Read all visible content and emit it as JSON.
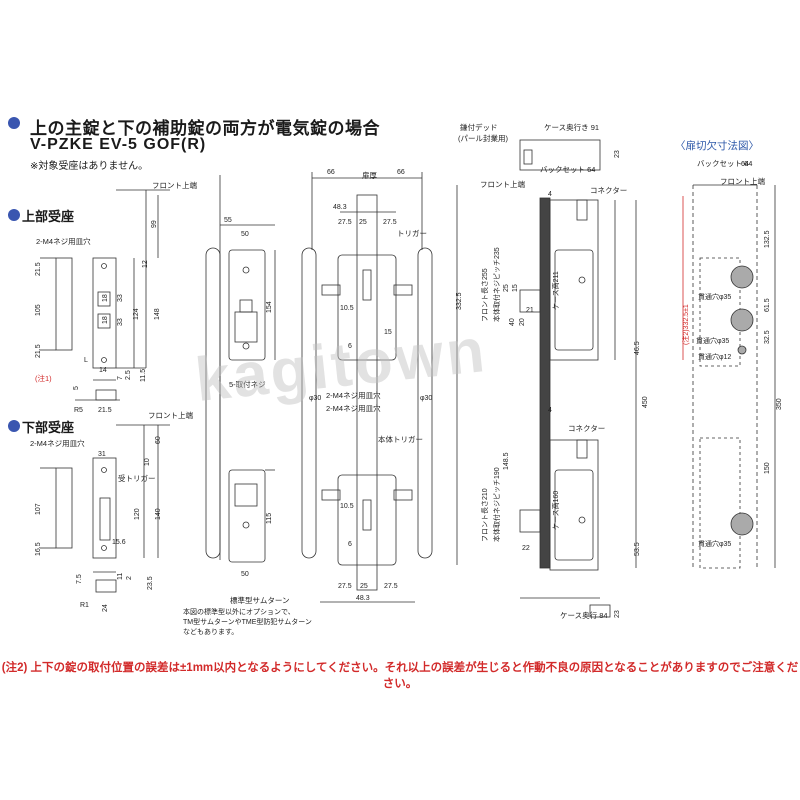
{
  "header": {
    "title_line1": "上の主錠と下の補助錠の両方が電気錠の場合",
    "title_line2": "V-PZKE EV-5 GOF(R)",
    "subnote": "※対象受座はありません。"
  },
  "sections": {
    "upper_strike": "上部受座",
    "lower_strike": "下部受座",
    "cutout": "〈扉切欠寸法図〉"
  },
  "labels": {
    "front_top": "フロント上端",
    "m4_screw_hole": "2-M4ネジ用皿穴",
    "note1": "(注1)",
    "receive_trigger": "受トリガー",
    "trigger": "トリガー",
    "main_trigger": "本体トリガー",
    "door_thickness": "扉厚",
    "screw5": "5-取付ネジ",
    "m4_a": "2-M4ネジ用皿穴",
    "m4_b": "2-M4ネジ用皿穴",
    "thumbturn": "標準型サムターン",
    "thumbturn_note1": "本図の標準型以外にオプションで、",
    "thumbturn_note2": "TM型サムターンやTME型防犯サムターン",
    "thumbturn_note3": "などもあります。",
    "deadbolt": "鎌付デッド",
    "deadbolt_sub": "(パール封業用)",
    "case_depth91": "ケース奥行き 91",
    "backset64": "バックセット 64",
    "connector": "コネクター",
    "connector2": "コネクター",
    "front_len255": "フロント長さ255",
    "body_pitch235": "本体取付ネジピッチ235",
    "case_h211": "ケース高211",
    "front_len210": "フロント長さ210",
    "body_pitch190": "本体取付ネジピッチ190",
    "case_h160": "ケース高160",
    "case_depth84": "ケース奥行 84",
    "cut_backset": "バックセット 64",
    "cut_front_top": "フロント上端",
    "through35a": "貫通穴φ35",
    "through35b": "貫通穴φ35",
    "through12": "貫通穴φ12",
    "through35c": "貫通穴φ35",
    "note2_vertical": "(注2)332.5±1"
  },
  "dims": {
    "d99": "99",
    "d12": "12",
    "d215": "21.5",
    "d105": "105",
    "d18a": "18",
    "d18b": "18",
    "d33a": "33",
    "d33b": "33",
    "d124": "124",
    "d148": "148",
    "d215b": "21.5",
    "dL": "L",
    "d14": "14",
    "d7": "7",
    "d25": "2.5",
    "d115": "11.5",
    "d5": "5",
    "dR5": "R5",
    "d215c": "21.5",
    "d60": "60",
    "d10": "10",
    "d31": "31",
    "d120": "120",
    "d140": "140",
    "d107": "107",
    "d165": "16.5",
    "d156": "15.6",
    "d75": "7.5",
    "d11": "11",
    "d2": "2",
    "d235": "23.5",
    "dR1": "R1",
    "d24": "24",
    "d55": "55",
    "d50": "50",
    "d154": "154",
    "d115b": "115",
    "d50b": "50",
    "d30a": "φ30",
    "d30b": "φ30",
    "d66a": "66",
    "d66b": "66",
    "d483": "48.3",
    "d275a": "27.5",
    "d275b": "27.5",
    "d25a": "25",
    "d15": "15",
    "d105b": "10.5",
    "d6": "6",
    "d105c": "10.5",
    "d6b": "6",
    "d275c": "27.5",
    "d25b": "25",
    "d275d": "27.5",
    "d483b": "48.3",
    "d3325": "332.5",
    "d450": "450",
    "d4": "4",
    "d465": "46.5",
    "d535": "53.5",
    "d23a": "23",
    "d23b": "23",
    "d25c": "25",
    "d15b": "15",
    "d40": "40",
    "d20": "20",
    "d21": "21",
    "d22": "22",
    "d4b": "4",
    "d1485": "148.5",
    "d1325": "132.5",
    "d615": "61.5",
    "d325": "32.5",
    "d350": "350",
    "d150": "150",
    "d64": "64"
  },
  "footer": {
    "note2": "(注2) 上下の錠の取付位置の誤差は±1mm以内となるようにしてください。それ以上の誤差が生じると作動不良の原因となることがありますのでご注意ください。"
  },
  "watermark": "kagitown",
  "colors": {
    "accent": "#3a56b0",
    "warning": "#d22a2a",
    "cutout_title": "#2c57a8"
  }
}
